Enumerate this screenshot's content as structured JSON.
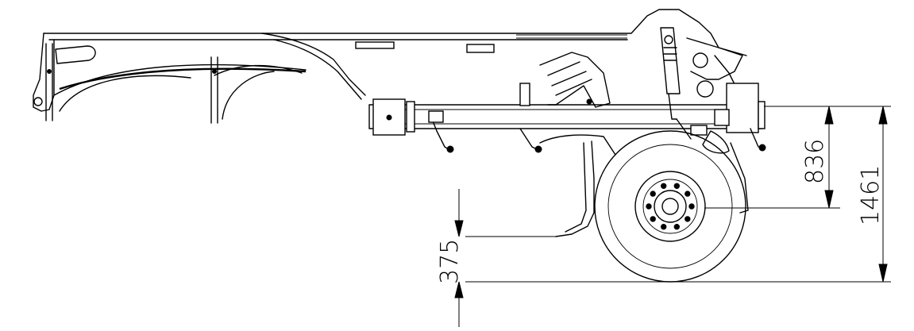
{
  "drawing": {
    "dimensions": [
      {
        "id": "clearance",
        "value": "375"
      },
      {
        "id": "axle-height",
        "value": "836"
      },
      {
        "id": "frame-height",
        "value": "1461"
      }
    ]
  }
}
